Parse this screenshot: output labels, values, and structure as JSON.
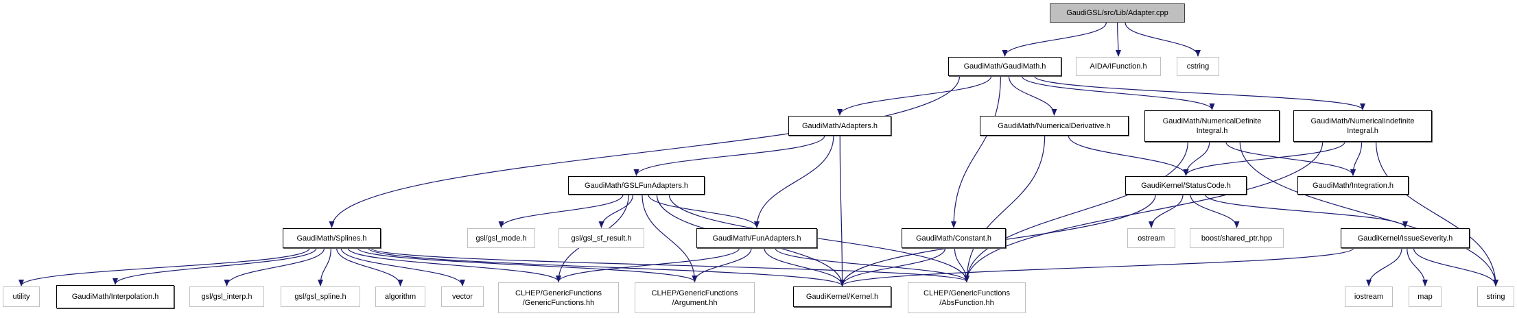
{
  "title": "Include dependency graph for Adapter.cpp",
  "colors": {
    "edge": "#191970",
    "root_fill": "#bfbfbf",
    "local_border": "#000000",
    "external_border": "#bfbfbf"
  },
  "nodes": [
    {
      "id": "adapter_cpp",
      "lines": [
        "GaudiGSL/src/Lib/Adapter.cpp"
      ],
      "kind": "root"
    },
    {
      "id": "gaudimath_h",
      "lines": [
        "GaudiMath/GaudiMath.h"
      ],
      "kind": "local"
    },
    {
      "id": "aida_ifunction",
      "lines": [
        "AIDA/IFunction.h"
      ],
      "kind": "external"
    },
    {
      "id": "cstring",
      "lines": [
        "cstring"
      ],
      "kind": "external"
    },
    {
      "id": "adapters_h",
      "lines": [
        "GaudiMath/Adapters.h"
      ],
      "kind": "local"
    },
    {
      "id": "numderiv_h",
      "lines": [
        "GaudiMath/NumericalDerivative.h"
      ],
      "kind": "local"
    },
    {
      "id": "numdef_h",
      "lines": [
        "GaudiMath/NumericalDefinite",
        "Integral.h"
      ],
      "kind": "local"
    },
    {
      "id": "numindef_h",
      "lines": [
        "GaudiMath/NumericalIndefinite",
        "Integral.h"
      ],
      "kind": "local"
    },
    {
      "id": "gslfunadapters_h",
      "lines": [
        "GaudiMath/GSLFunAdapters.h"
      ],
      "kind": "local"
    },
    {
      "id": "statuscode_h",
      "lines": [
        "GaudiKernel/StatusCode.h"
      ],
      "kind": "local"
    },
    {
      "id": "integration_h",
      "lines": [
        "GaudiMath/Integration.h"
      ],
      "kind": "local"
    },
    {
      "id": "splines_h",
      "lines": [
        "GaudiMath/Splines.h"
      ],
      "kind": "local"
    },
    {
      "id": "gsl_mode",
      "lines": [
        "gsl/gsl_mode.h"
      ],
      "kind": "external"
    },
    {
      "id": "gsl_sf_result",
      "lines": [
        "gsl/gsl_sf_result.h"
      ],
      "kind": "external"
    },
    {
      "id": "funadapters_h",
      "lines": [
        "GaudiMath/FunAdapters.h"
      ],
      "kind": "local"
    },
    {
      "id": "constant_h",
      "lines": [
        "GaudiMath/Constant.h"
      ],
      "kind": "local"
    },
    {
      "id": "ostream",
      "lines": [
        "ostream"
      ],
      "kind": "external"
    },
    {
      "id": "boost_shared_ptr",
      "lines": [
        "boost/shared_ptr.hpp"
      ],
      "kind": "external"
    },
    {
      "id": "issueseverity_h",
      "lines": [
        "GaudiKernel/IssueSeverity.h"
      ],
      "kind": "local"
    },
    {
      "id": "utility",
      "lines": [
        "utility"
      ],
      "kind": "external"
    },
    {
      "id": "interpolation_h",
      "lines": [
        "GaudiMath/Interpolation.h"
      ],
      "kind": "local"
    },
    {
      "id": "gsl_interp",
      "lines": [
        "gsl/gsl_interp.h"
      ],
      "kind": "external"
    },
    {
      "id": "gsl_spline",
      "lines": [
        "gsl/gsl_spline.h"
      ],
      "kind": "external"
    },
    {
      "id": "algorithm",
      "lines": [
        "algorithm"
      ],
      "kind": "external"
    },
    {
      "id": "vector",
      "lines": [
        "vector"
      ],
      "kind": "external"
    },
    {
      "id": "genericfunctions_hh",
      "lines": [
        "CLHEP/GenericFunctions",
        "/GenericFunctions.hh"
      ],
      "kind": "external"
    },
    {
      "id": "argument_hh",
      "lines": [
        "CLHEP/GenericFunctions",
        "/Argument.hh"
      ],
      "kind": "external"
    },
    {
      "id": "kernel_h",
      "lines": [
        "GaudiKernel/Kernel.h"
      ],
      "kind": "local"
    },
    {
      "id": "absfunction_hh",
      "lines": [
        "CLHEP/GenericFunctions",
        "/AbsFunction.hh"
      ],
      "kind": "external"
    },
    {
      "id": "iostream",
      "lines": [
        "iostream"
      ],
      "kind": "external"
    },
    {
      "id": "map",
      "lines": [
        "map"
      ],
      "kind": "external"
    },
    {
      "id": "string",
      "lines": [
        "string"
      ],
      "kind": "external"
    }
  ],
  "edges": [
    [
      "adapter_cpp",
      "gaudimath_h"
    ],
    [
      "adapter_cpp",
      "aida_ifunction"
    ],
    [
      "adapter_cpp",
      "cstring"
    ],
    [
      "gaudimath_h",
      "splines_h"
    ],
    [
      "gaudimath_h",
      "adapters_h"
    ],
    [
      "gaudimath_h",
      "constant_h"
    ],
    [
      "gaudimath_h",
      "numderiv_h"
    ],
    [
      "gaudimath_h",
      "numdef_h"
    ],
    [
      "gaudimath_h",
      "numindef_h"
    ],
    [
      "adapters_h",
      "gslfunadapters_h"
    ],
    [
      "adapters_h",
      "funadapters_h"
    ],
    [
      "adapters_h",
      "kernel_h"
    ],
    [
      "numderiv_h",
      "statuscode_h"
    ],
    [
      "numderiv_h",
      "absfunction_hh"
    ],
    [
      "numdef_h",
      "statuscode_h"
    ],
    [
      "numdef_h",
      "integration_h"
    ],
    [
      "numdef_h",
      "absfunction_hh"
    ],
    [
      "numdef_h",
      "string"
    ],
    [
      "numindef_h",
      "statuscode_h"
    ],
    [
      "numindef_h",
      "integration_h"
    ],
    [
      "numindef_h",
      "absfunction_hh"
    ],
    [
      "numindef_h",
      "string"
    ],
    [
      "gslfunadapters_h",
      "gsl_mode"
    ],
    [
      "gslfunadapters_h",
      "gsl_sf_result"
    ],
    [
      "gslfunadapters_h",
      "funadapters_h"
    ],
    [
      "gslfunadapters_h",
      "genericfunctions_hh"
    ],
    [
      "gslfunadapters_h",
      "argument_hh"
    ],
    [
      "gslfunadapters_h",
      "kernel_h"
    ],
    [
      "gslfunadapters_h",
      "absfunction_hh"
    ],
    [
      "statuscode_h",
      "ostream"
    ],
    [
      "statuscode_h",
      "boost_shared_ptr"
    ],
    [
      "statuscode_h",
      "issueseverity_h"
    ],
    [
      "statuscode_h",
      "kernel_h"
    ],
    [
      "issueseverity_h",
      "iostream"
    ],
    [
      "issueseverity_h",
      "map"
    ],
    [
      "issueseverity_h",
      "string"
    ],
    [
      "issueseverity_h",
      "kernel_h"
    ],
    [
      "splines_h",
      "utility"
    ],
    [
      "splines_h",
      "interpolation_h"
    ],
    [
      "splines_h",
      "gsl_interp"
    ],
    [
      "splines_h",
      "gsl_spline"
    ],
    [
      "splines_h",
      "algorithm"
    ],
    [
      "splines_h",
      "vector"
    ],
    [
      "splines_h",
      "genericfunctions_hh"
    ],
    [
      "splines_h",
      "argument_hh"
    ],
    [
      "splines_h",
      "kernel_h"
    ],
    [
      "splines_h",
      "absfunction_hh"
    ],
    [
      "funadapters_h",
      "genericfunctions_hh"
    ],
    [
      "funadapters_h",
      "argument_hh"
    ],
    [
      "funadapters_h",
      "kernel_h"
    ],
    [
      "funadapters_h",
      "absfunction_hh"
    ],
    [
      "constant_h",
      "kernel_h"
    ],
    [
      "constant_h",
      "absfunction_hh"
    ]
  ]
}
